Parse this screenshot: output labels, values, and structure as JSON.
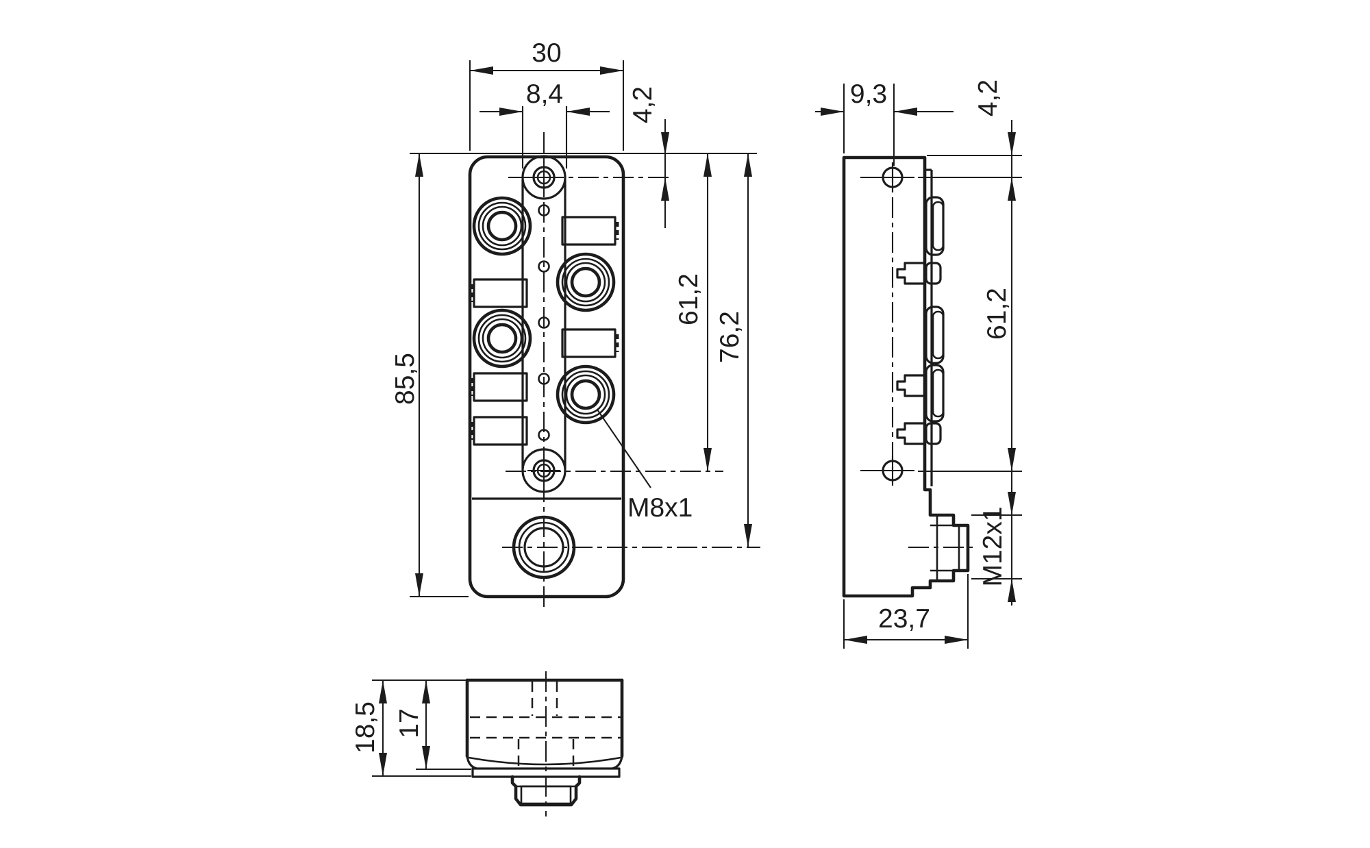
{
  "drawing": {
    "kind": "technical-dimension-drawing",
    "unit_style": "comma-decimal",
    "views": {
      "front": {
        "title": "front view",
        "dims": {
          "body_width": "30",
          "mount_strip_width": "8,4",
          "hole_top_offset": "4,2",
          "body_height": "85,5",
          "hole_span": "61,2",
          "m12_axis_span": "76,2"
        },
        "labels": {
          "port_thread": "M8x1"
        }
      },
      "side": {
        "title": "side view",
        "dims": {
          "hole_edge_offset": "9,3",
          "hole_top_offset": "4,2",
          "hole_span": "61,2",
          "base_depth": "23,7"
        },
        "labels": {
          "m12_thread": "M12x1"
        }
      },
      "bottom": {
        "title": "bottom view",
        "dims": {
          "total_depth": "18,5",
          "housing_depth": "17"
        }
      }
    }
  }
}
